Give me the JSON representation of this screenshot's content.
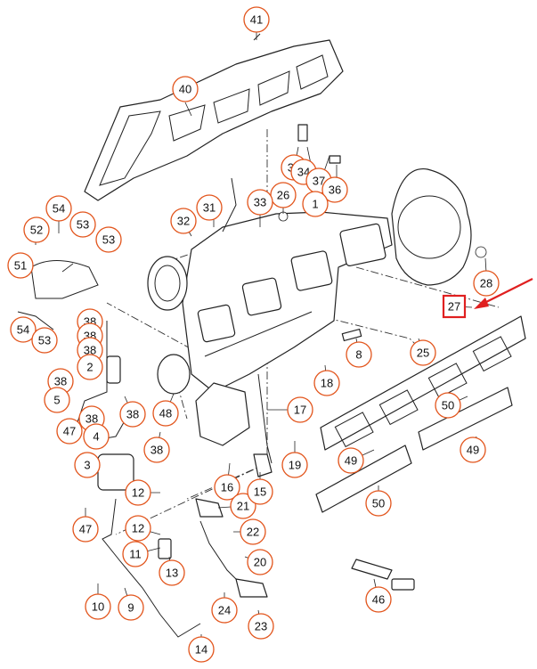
{
  "diagram": {
    "callouts": [
      "41",
      "40",
      "37",
      "34",
      "37",
      "36",
      "26",
      "1",
      "33",
      "31",
      "32",
      "54",
      "52",
      "53",
      "53",
      "51",
      "54",
      "53",
      "38",
      "38",
      "38",
      "2",
      "38",
      "5",
      "47",
      "38",
      "4",
      "38",
      "48",
      "38",
      "3",
      "12",
      "47",
      "12",
      "11",
      "10",
      "9",
      "13",
      "14",
      "16",
      "21",
      "22",
      "15",
      "20",
      "24",
      "23",
      "25",
      "8",
      "18",
      "17",
      "19",
      "28",
      "27",
      "50",
      "49",
      "50",
      "49",
      "46"
    ],
    "highlighted_callout": "27",
    "arrow_color": "#e02020",
    "callout_color": "#e2541b"
  }
}
